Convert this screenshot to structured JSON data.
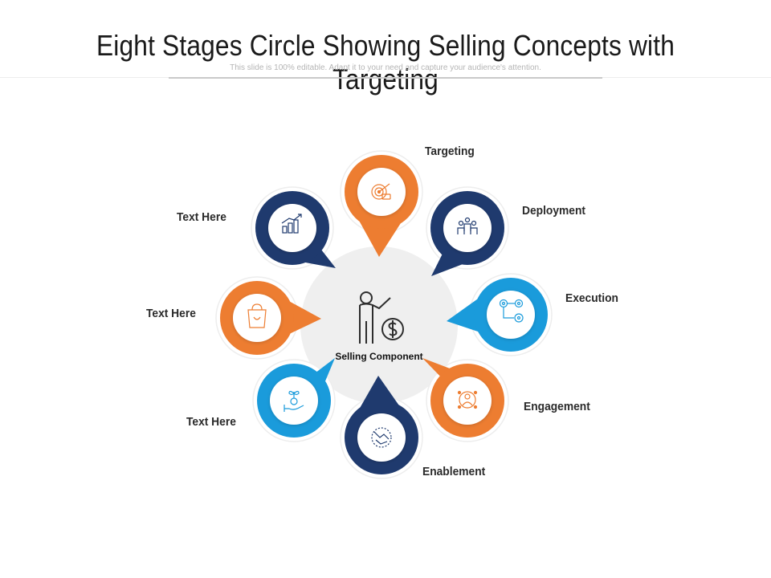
{
  "header": {
    "title": "Eight Stages Circle Showing Selling Concepts with Targeting",
    "subtitle": "This slide is 100% editable. Adapt it to your need and capture your audience's attention."
  },
  "center": {
    "label": "Selling Component",
    "icon": "businessman-dollar-icon"
  },
  "colors": {
    "orange": "#ED7D31",
    "navy": "#1F3A6E",
    "blue": "#1A9BDB",
    "hub": "#EFEFEF"
  },
  "stages": [
    {
      "label": "Targeting",
      "icon": "target-team-icon",
      "color": "orange"
    },
    {
      "label": "Deployment",
      "icon": "team-group-icon",
      "color": "navy"
    },
    {
      "label": "Execution",
      "icon": "gears-process-icon",
      "color": "blue"
    },
    {
      "label": "Engagement",
      "icon": "network-person-icon",
      "color": "orange"
    },
    {
      "label": "Enablement",
      "icon": "handshake-icon",
      "color": "navy"
    },
    {
      "label": "Text Here",
      "icon": "money-plant-hand-icon",
      "color": "blue"
    },
    {
      "label": "Text Here",
      "icon": "shopping-bag-icon",
      "color": "orange"
    },
    {
      "label": "Text Here",
      "icon": "growth-chart-icon",
      "color": "navy"
    }
  ]
}
